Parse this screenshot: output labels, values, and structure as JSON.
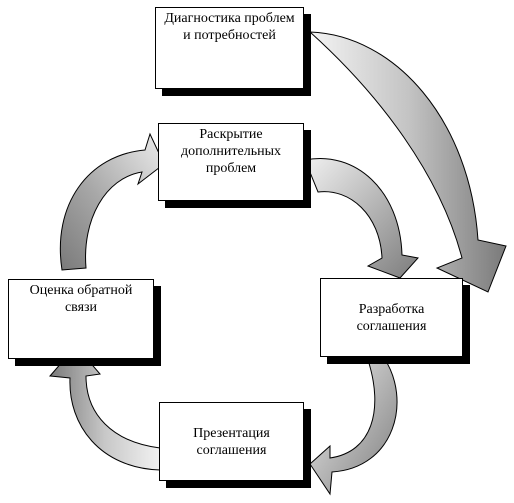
{
  "diagram": {
    "boxes": [
      {
        "id": "diagnostics",
        "label": "Диагностика проблем\nи потребностей"
      },
      {
        "id": "disclosure",
        "label": "Раскрытие\nдополнительных\nпроблем"
      },
      {
        "id": "development",
        "label": "Разработка\nсоглашения"
      },
      {
        "id": "presentation",
        "label": "Презентация\nсоглашения"
      },
      {
        "id": "feedback",
        "label": "Оценка обратной\nсвязи"
      }
    ],
    "colors": {
      "arrow_light": "#f2f2f2",
      "arrow_mid": "#b8b8b8",
      "arrow_dark": "#707070",
      "outline": "#000000",
      "shadow": "#000000"
    }
  }
}
